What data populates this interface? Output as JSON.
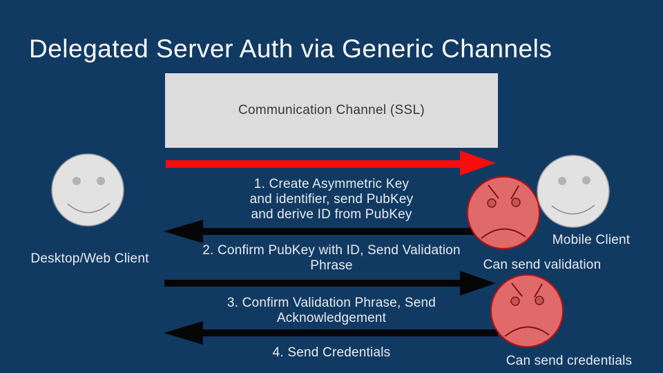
{
  "slide": {
    "title": "Delegated Server Auth via Generic Channels"
  },
  "channel": {
    "label": "Communication Channel (SSL)"
  },
  "steps": [
    {
      "text": "1. Create Asymmetric Key\nand identifier, send PubKey\nand derive ID from PubKey",
      "arrow_direction": "right",
      "arrow_color": "red"
    },
    {
      "text": "2. Confirm PubKey with ID, Send Validation\nPhrase",
      "arrow_direction": "left",
      "arrow_color": "black"
    },
    {
      "text": "3. Confirm Validation Phrase, Send\nAcknowledgement",
      "arrow_direction": "right",
      "arrow_color": "black"
    },
    {
      "text": "4. Send Credentials",
      "arrow_direction": "left",
      "arrow_color": "black"
    }
  ],
  "actors": {
    "desktop": {
      "label": "Desktop/Web Client",
      "mood": "happy"
    },
    "mobile": {
      "label": "Mobile Client",
      "mood": "happy"
    },
    "validation_attacker": {
      "label": "Can send validation",
      "mood": "angry"
    },
    "credentials_attacker": {
      "label": "Can send credentials",
      "mood": "angry"
    }
  },
  "colors": {
    "background": "#113A63",
    "title_text": "#FFFFFF",
    "body_text": "#E9EBEE",
    "channel_box_bg": "#DCDCDC",
    "channel_box_text": "#383838",
    "arrow_red": "#F70D0D",
    "arrow_black": "#060606",
    "face_happy_fill": "#E2E2E2",
    "face_happy_stroke": "#9B9B9B",
    "face_happy_feature": "#B3B3B3",
    "face_happy_mouth": "#8E8E8E",
    "face_angry_fill": "#E06A6A",
    "face_angry_stroke": "#C00F0F",
    "face_angry_eye": "#C25555",
    "face_angry_feature": "#7E1414"
  }
}
